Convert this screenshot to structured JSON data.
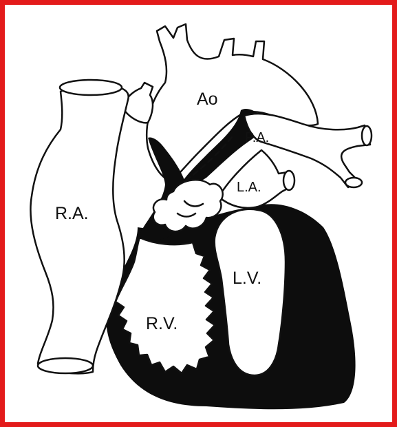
{
  "frame": {
    "border_color": "#e31b1b"
  },
  "diagram": {
    "labels": {
      "ao": "Ao",
      "pa": "P.A.",
      "la": "L.A.",
      "ra": "R.A.",
      "lv": "L.V.",
      "rv": "R.V."
    }
  }
}
